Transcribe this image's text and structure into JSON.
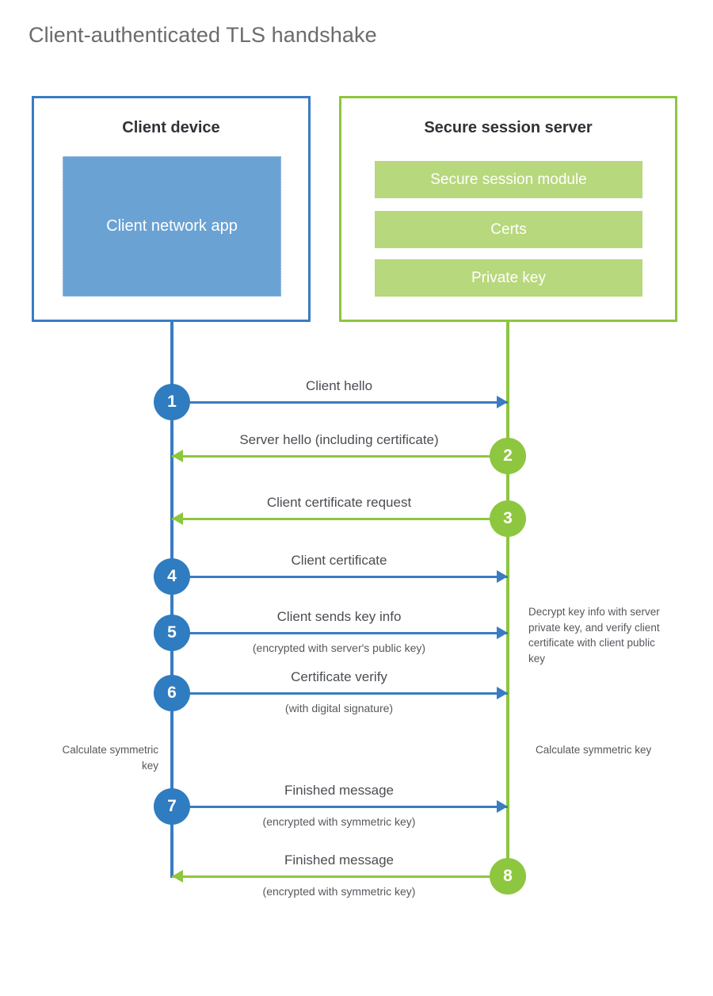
{
  "title": "Client-authenticated TLS handshake",
  "colors": {
    "client_blue": "#3a7cc2",
    "client_badge_blue": "#2f7cc0",
    "client_app_fill": "#6aa2d4",
    "server_green": "#8dc63f",
    "server_bar_fill": "#b7d87c",
    "text_dark": "#2f3237",
    "text_gray": "#55585d",
    "title_gray": "#6b6b6b"
  },
  "client": {
    "title": "Client device",
    "app_label": "Client network app"
  },
  "server": {
    "title": "Secure session server",
    "components": [
      "Secure session module",
      "Certs",
      "Private key"
    ]
  },
  "steps": [
    {
      "number": "1",
      "label": "Client hello",
      "sub": "",
      "direction": "client-to-server",
      "color": "blue"
    },
    {
      "number": "2",
      "label": "Server hello (including certificate)",
      "sub": "",
      "direction": "server-to-client",
      "color": "green"
    },
    {
      "number": "3",
      "label": "Client certificate request",
      "sub": "",
      "direction": "server-to-client",
      "color": "green"
    },
    {
      "number": "4",
      "label": "Client certificate",
      "sub": "",
      "direction": "client-to-server",
      "color": "blue"
    },
    {
      "number": "5",
      "label": "Client sends key info",
      "sub": "(encrypted with server's public key)",
      "direction": "client-to-server",
      "color": "blue"
    },
    {
      "number": "6",
      "label": "Certificate verify",
      "sub": "(with digital signature)",
      "direction": "client-to-server",
      "color": "blue"
    },
    {
      "number": "7",
      "label": "Finished message",
      "sub": "(encrypted with symmetric key)",
      "direction": "client-to-server",
      "color": "blue"
    },
    {
      "number": "8",
      "label": "Finished message",
      "sub": "(encrypted with symmetric key)",
      "direction": "server-to-client",
      "color": "green"
    }
  ],
  "notes": {
    "server_decrypt": "Decrypt key info with server private key, and verify client certificate with client public key",
    "client_calculate": "Calculate symmetric key",
    "server_calculate": "Calculate symmetric key"
  }
}
